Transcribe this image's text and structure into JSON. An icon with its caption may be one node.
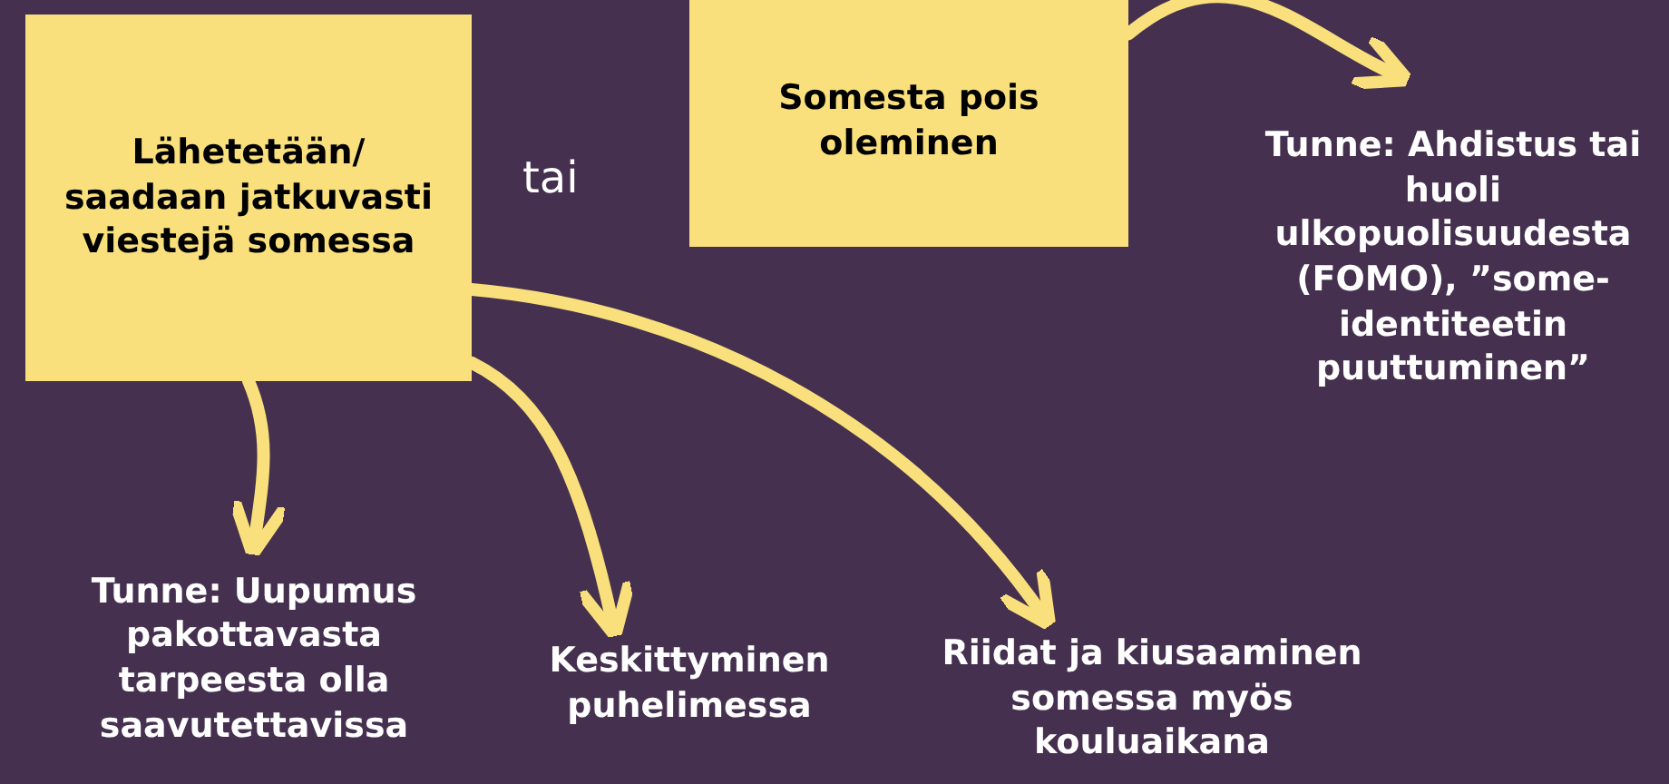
{
  "diagram": {
    "nodes": [
      {
        "text": [
          "Lähetetään/ saadaan jatkuvasti viestejä somessa"
        ]
      },
      {
        "text": [
          "Somesta pois oleminen"
        ]
      },
      {
        "text": [
          "Tunne: Ahdistus tai huoli ulkopuolisuudesta (FOMO), ”some-identiteetin puuttuminen”"
        ]
      },
      {
        "text": [
          "Tunne: Uupumus pakottavasta tarpeesta olla saavutettavissa"
        ]
      },
      {
        "text": [
          "Keskittyminen puhelimessa"
        ]
      },
      {
        "text": [
          "Riidat ja kiusaaminen somessa myös kouluaikana"
        ]
      }
    ],
    "edges": [
      {
        "from": 1,
        "to": 2,
        "arrow": "to"
      },
      {
        "from": 0,
        "to": 3,
        "arrow": "to"
      },
      {
        "from": 0,
        "to": 4,
        "arrow": "to"
      },
      {
        "from": 0,
        "to": 5,
        "arrow": "to"
      }
    ],
    "labels": [
      "tai"
    ]
  }
}
